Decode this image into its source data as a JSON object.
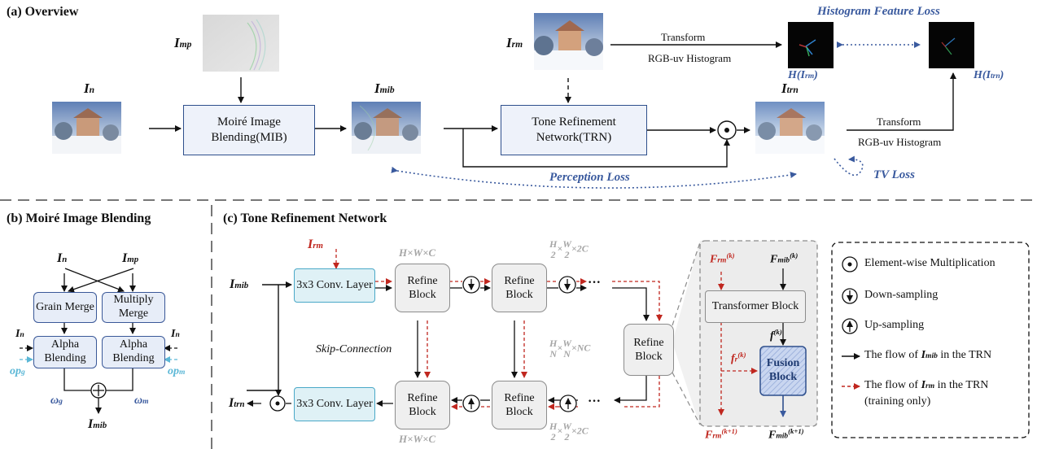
{
  "overview": {
    "title": "(a)  Overview",
    "img_n": "I",
    "img_n_sub": "n",
    "img_mp": "I",
    "img_mp_sub": "mp",
    "img_rm": "I",
    "img_rm_sub": "rm",
    "img_mib": "I",
    "img_mib_sub": "mib",
    "img_trn": "I",
    "img_trn_sub": "trn",
    "mib_box": "Moiré Image Blending(MIB)",
    "trn_box": "Tone Refinement Network(TRN)",
    "transform_top": "Transform",
    "hist_top": "RGB-uv Histogram",
    "transform_bottom": "Transform",
    "hist_bottom": "RGB-uv Histogram",
    "hist_loss": "Histogram Feature Loss",
    "h_rm": "H(I",
    "h_rm_sub": "rm",
    "h_trn": "H(I",
    "h_trn_sub": "trn",
    "perception_loss": "Perception Loss",
    "tv_loss": "TV Loss"
  },
  "mib_detail": {
    "title": "(b)  Moiré Image Blending",
    "in_n": "I",
    "in_n_sub": "n",
    "in_mp": "I",
    "in_mp_sub": "mp",
    "grain_merge": "Grain Merge",
    "multiply_merge": "Multiply Merge",
    "alpha_blend_1": "Alpha Blending",
    "alpha_blend_2": "Alpha Blending",
    "side_n": "I",
    "side_n_sub": "n",
    "op_g": "op",
    "op_g_sub": "g",
    "op_m": "op",
    "op_m_sub": "m",
    "omega_g": "ω",
    "omega_g_sub": "g",
    "omega_m": "ω",
    "omega_m_sub": "m",
    "out": "I",
    "out_sub": "mib"
  },
  "trn_detail": {
    "title": "(c)  Tone Refinement Network",
    "in_mib": "I",
    "in_mib_sub": "mib",
    "in_rm": "I",
    "in_rm_sub": "rm",
    "out_trn": "I",
    "out_trn_sub": "trn",
    "conv_in": "3x3 Conv. Layer",
    "conv_out": "3x3 Conv. Layer",
    "refine": "Refine Block",
    "skip": "Skip-Connection",
    "dim_full_top": "H×W×C",
    "dim_full_bottom": "H×W×C",
    "dim_half": "×2C",
    "dim_n": "×NC",
    "dots": "···",
    "transformer": "Transformer Block",
    "fusion": "Fusion Block",
    "f_rm_k": "F",
    "f_rm_k_sub": "rm",
    "f_rm_k_sup": "(k)",
    "f_mib_k": "F",
    "f_mib_k_sub": "mib",
    "f_mib_k_sup": "(k)",
    "f_k": "f",
    "f_k_sup": "(k)",
    "f_r_k": "f",
    "f_r_k_sub": "r",
    "f_r_k_sup": "(k)",
    "f_rm_k1": "F",
    "f_rm_k1_sub": "rm",
    "f_rm_k1_sup": "(k+1)",
    "f_mib_k1": "F",
    "f_mib_k1_sub": "mib",
    "f_mib_k1_sup": "(k+1)"
  },
  "legend": {
    "mult": "Element-wise Multiplication",
    "down": "Down-sampling",
    "up": "Up-sampling",
    "flow_mib_pre": "The flow of",
    "flow_mib_var": "I",
    "flow_mib_sub": "mib",
    "flow_mib_post": "in the TRN",
    "flow_rm_pre": "The flow of",
    "flow_rm_var": "I",
    "flow_rm_sub": "rm",
    "flow_rm_post": "in the TRN",
    "flow_rm_note": "(training only)"
  },
  "colors": {
    "accent_blue": "#3a5a9e",
    "red_flow": "#c0271f",
    "cyan": "#5bb7d6",
    "gray_text": "#a6a6a6"
  }
}
